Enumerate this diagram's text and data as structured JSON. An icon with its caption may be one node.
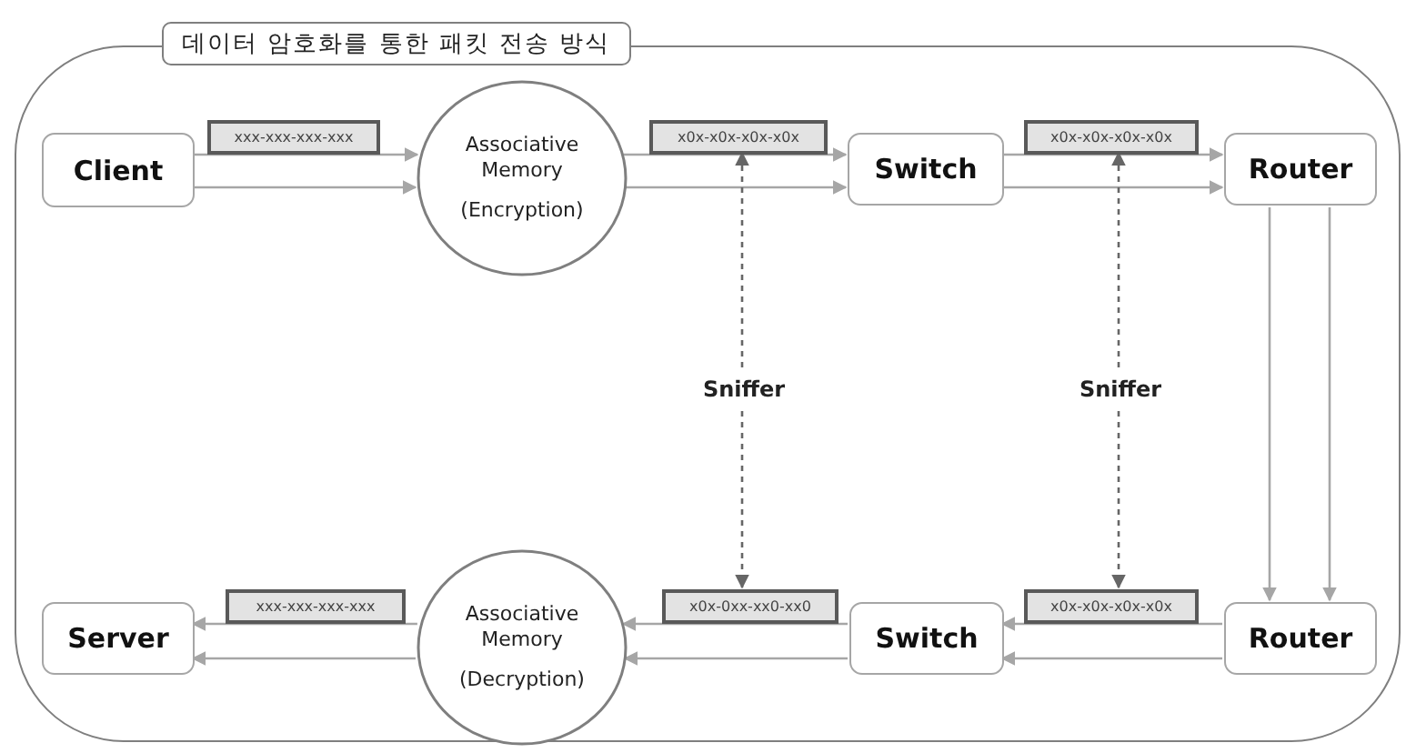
{
  "diagram": {
    "nodes": [
      {
        "text": [
          "데이터 암호화를 통한 패킷 전송 방식"
        ]
      },
      {
        "text": [
          "Client"
        ],
        "in": 0
      },
      {
        "text": [
          "Associative Memory",
          "(Encryption)"
        ],
        "in": 0
      },
      {
        "text": [
          "Switch"
        ],
        "in": 0
      },
      {
        "text": [
          "Router"
        ],
        "in": 0
      },
      {
        "text": [
          "Router"
        ],
        "in": 0
      },
      {
        "text": [
          "Switch"
        ],
        "in": 0
      },
      {
        "text": [
          "Associative Memory",
          "(Decryption)"
        ],
        "in": 0
      },
      {
        "text": [
          "Server"
        ],
        "in": 0
      },
      {
        "text": [
          "Sniffer"
        ],
        "in": 0
      },
      {
        "text": [
          "Sniffer"
        ],
        "in": 0
      },
      {
        "text": [
          "xxx-xxx-xxx-xxx"
        ],
        "in": 0
      },
      {
        "text": [
          "x0x-x0x-x0x-x0x"
        ],
        "in": 0
      },
      {
        "text": [
          "x0x-x0x-x0x-x0x"
        ],
        "in": 0
      },
      {
        "text": [
          "xxx-xxx-xxx-xxx"
        ],
        "in": 0
      },
      {
        "text": [
          "x0x-0xx-xx0-xx0"
        ],
        "in": 0
      },
      {
        "text": [
          "x0x-x0x-x0x-x0x"
        ],
        "in": 0
      }
    ],
    "edges": [
      {
        "from": 1,
        "to": 2,
        "arrow": "to"
      },
      {
        "from": 1,
        "to": 2,
        "arrow": "to"
      },
      {
        "from": 2,
        "to": 3,
        "arrow": "to"
      },
      {
        "from": 2,
        "to": 3,
        "arrow": "to"
      },
      {
        "from": 3,
        "to": 4,
        "arrow": "to"
      },
      {
        "from": 3,
        "to": 4,
        "arrow": "to"
      },
      {
        "from": 4,
        "to": 5,
        "arrow": "to"
      },
      {
        "from": 4,
        "to": 5,
        "arrow": "to"
      },
      {
        "from": 5,
        "to": 6,
        "arrow": "to"
      },
      {
        "from": 5,
        "to": 6,
        "arrow": "to"
      },
      {
        "from": 6,
        "to": 7,
        "arrow": "to"
      },
      {
        "from": 6,
        "to": 7,
        "arrow": "to"
      },
      {
        "from": 7,
        "to": 8,
        "arrow": "to"
      },
      {
        "from": 7,
        "to": 8,
        "arrow": "to"
      },
      {
        "from": 9,
        "to": 12,
        "arrow": "to",
        "style": "dashed",
        "color": "#666666"
      },
      {
        "from": 9,
        "to": 15,
        "arrow": "to",
        "style": "dashed",
        "color": "#666666"
      },
      {
        "from": 10,
        "to": 13,
        "arrow": "to",
        "style": "dashed",
        "color": "#666666"
      },
      {
        "from": 10,
        "to": 16,
        "arrow": "to",
        "style": "dashed",
        "color": "#666666"
      }
    ]
  }
}
